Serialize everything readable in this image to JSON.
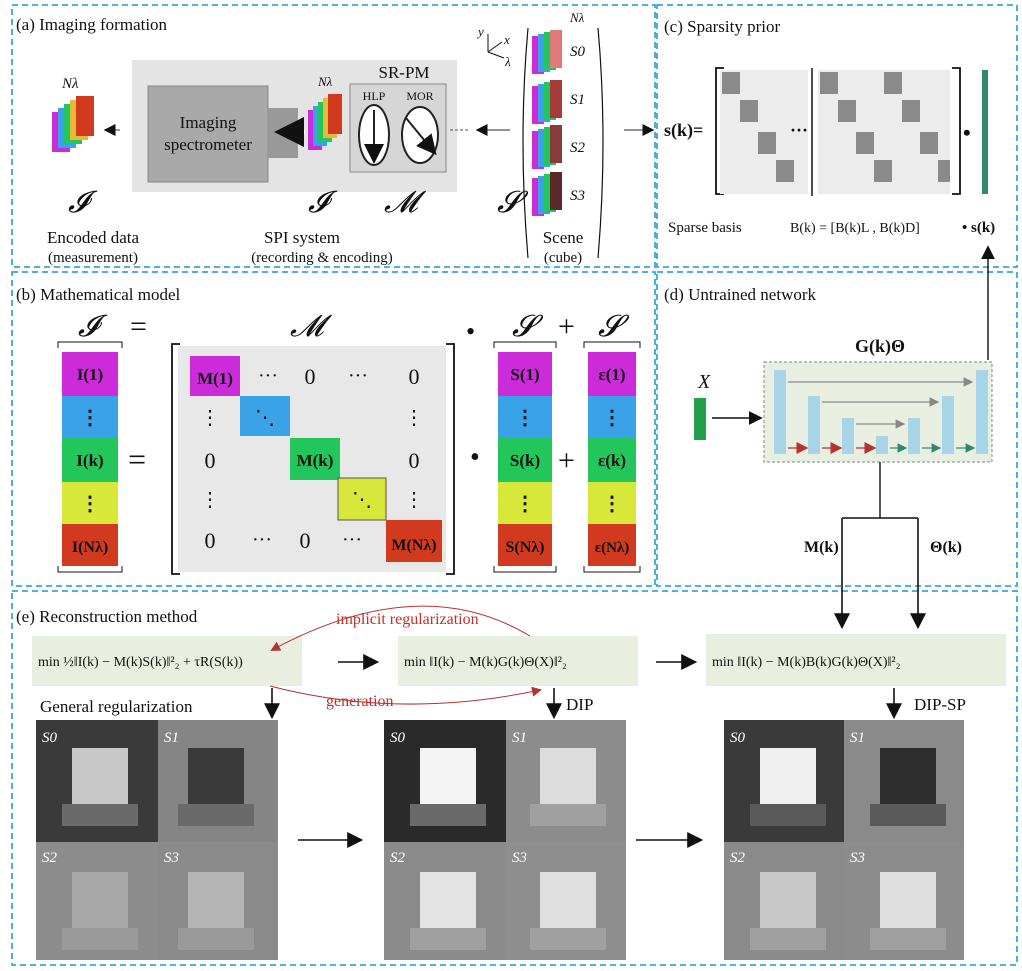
{
  "colors": {
    "border": "#38a8d8",
    "magenta": "#cc2bd9",
    "blue": "#3aa3e8",
    "green": "#22c65a",
    "yellow": "#d8e83a",
    "red": "#d13a1f",
    "panelbg": "#e8eee0",
    "arrow_red": "#b33333",
    "basis_teal": "#2e8a6a"
  },
  "panel_a": {
    "title": "(a) Imaging formation",
    "spectrometer": "Imaging\nspectrometer",
    "srpm": "SR-PM",
    "hlp": "HLP",
    "mor": "MOR",
    "n_lambda": "Nλ",
    "sym_I1": "𝓘",
    "sym_I2": "𝓘",
    "sym_M": "𝓜",
    "sym_S": "𝓢",
    "encoded": "Encoded data",
    "measurement": "(measurement)",
    "spi": "SPI system",
    "recording": "(recording & encoding)",
    "scene": "Scene",
    "cube": "(cube)",
    "s_labels": [
      "S0",
      "S1",
      "S2",
      "S3"
    ],
    "axes": [
      "y",
      "x",
      "λ"
    ]
  },
  "panel_b": {
    "title": "(b) Mathematical model",
    "I_entries": [
      "I(1)",
      "⋮",
      "I(k)",
      "⋮",
      "I(Nλ)"
    ],
    "S_entries": [
      "S(1)",
      "⋮",
      "S(k)",
      "⋮",
      "S(Nλ)"
    ],
    "E_entries": [
      "ε(1)",
      "⋮",
      "ε(k)",
      "⋮",
      "ε(Nλ)"
    ],
    "M_diag": [
      "M(1)",
      "⋱",
      "M(k)",
      "⋱",
      "M(Nλ)"
    ],
    "dots_h": "···",
    "dots_v": "⋮",
    "zero": "0",
    "eq": "=",
    "plus": "+",
    "dot": "•"
  },
  "panel_c": {
    "title": "(c) Sparsity prior",
    "lhs": "s(k)=",
    "dots": "···",
    "dot": "•",
    "basis_label": "Sparse basis",
    "basis_eq": "B(k) = [B(k)L , B(k)D]",
    "rhs": "• s(k)"
  },
  "panel_d": {
    "title": "(d) Untrained network",
    "network": "G(k)Θ",
    "input": "X",
    "m_label": "M(k)",
    "theta_label": "Θ(k)"
  },
  "panel_e": {
    "title": "(e) Reconstruction method",
    "eq1": "min ½‖I(k) − M(k)S(k)‖²₂ + τR(S(k))",
    "eq2": "min ‖I(k) − M(k)G(k)Θ(X)‖²₂",
    "eq3": "min ‖I(k) − M(k)B(k)G(k)Θ(X)‖²₂",
    "implicit": "implicit regularization",
    "generation": "generation",
    "general": "General regularization",
    "dip": "DIP",
    "dipsp": "DIP-SP",
    "s_labels": [
      "S0",
      "S1",
      "S2",
      "S3"
    ]
  }
}
